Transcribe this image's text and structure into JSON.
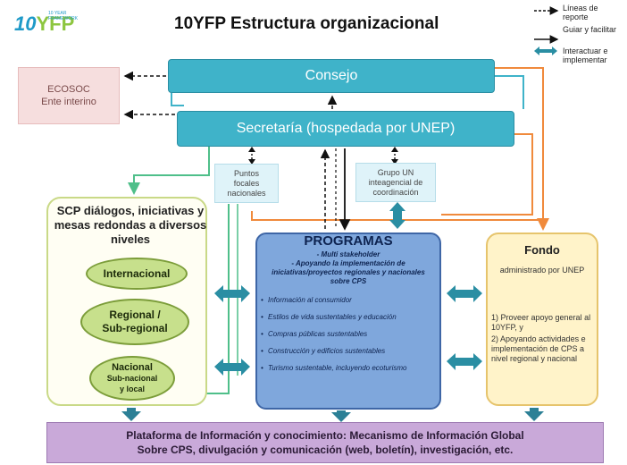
{
  "logo": {
    "text_main": "10",
    "text_accent": "YFP",
    "tagline": "10 YEAR FRAMEWORK"
  },
  "title": "10YFP Estructura organizacional",
  "legend": {
    "reporting": "Líneas de reporte",
    "guiding": "Guiar y facilitar",
    "interacting": "Interactuar e implementar"
  },
  "consejo": "Consejo",
  "secretaria": "Secretaría (hospedada por UNEP)",
  "ecosoc": {
    "line1": "ECOSOC",
    "line2": "Ente interino"
  },
  "puntos": {
    "line1": "Puntos",
    "line2": "focales",
    "line3": "nacionales"
  },
  "grupo": {
    "line1": "Grupo UN",
    "line2": "inteagencial de",
    "line3": "coordinación"
  },
  "scp": {
    "title": "SCP diálogos, iniciativas y mesas redondas a diversos niveles",
    "internacional": "Internacional",
    "regional1": "Regional /",
    "regional2": "Sub-regional",
    "nacional": "Nacional",
    "subnacional": "Sub-nacional",
    "local": "y local"
  },
  "programas": {
    "title": "PROGRAMAS",
    "sub1": "- Multi stakeholder",
    "sub2": "- Apoyando la implementación de iniciativas/proyectos regionales y nacionales sobre CPS",
    "items": [
      "Información al consumidor",
      "Estilos de vida sustentables y educación",
      "Compras públicas sustentables",
      "Construcción y edificios sustentables",
      "Turismo sustentable, incluyendo ecoturismo"
    ]
  },
  "fondo": {
    "title": "Fondo",
    "sub": "administrado por UNEP",
    "item1": "1) Proveer apoyo general al 10YFP, y",
    "item2": "2) Apoyando actividades e implementación de CPS a nivel regional y nacional"
  },
  "plataforma": {
    "line1": "Plataforma de Información y conocimiento: Mecanismo de Información Global",
    "line2": "Sobre CPS, divulgación y comunicación (web, boletín), investigación, etc."
  },
  "colors": {
    "teal": "#3fb3c9",
    "orange": "#f08a3c",
    "green": "#4fbf8a",
    "double_arrow": "#2a8ea3",
    "down_arrow": "#2c8096",
    "plataforma": "#c9a9d9"
  }
}
